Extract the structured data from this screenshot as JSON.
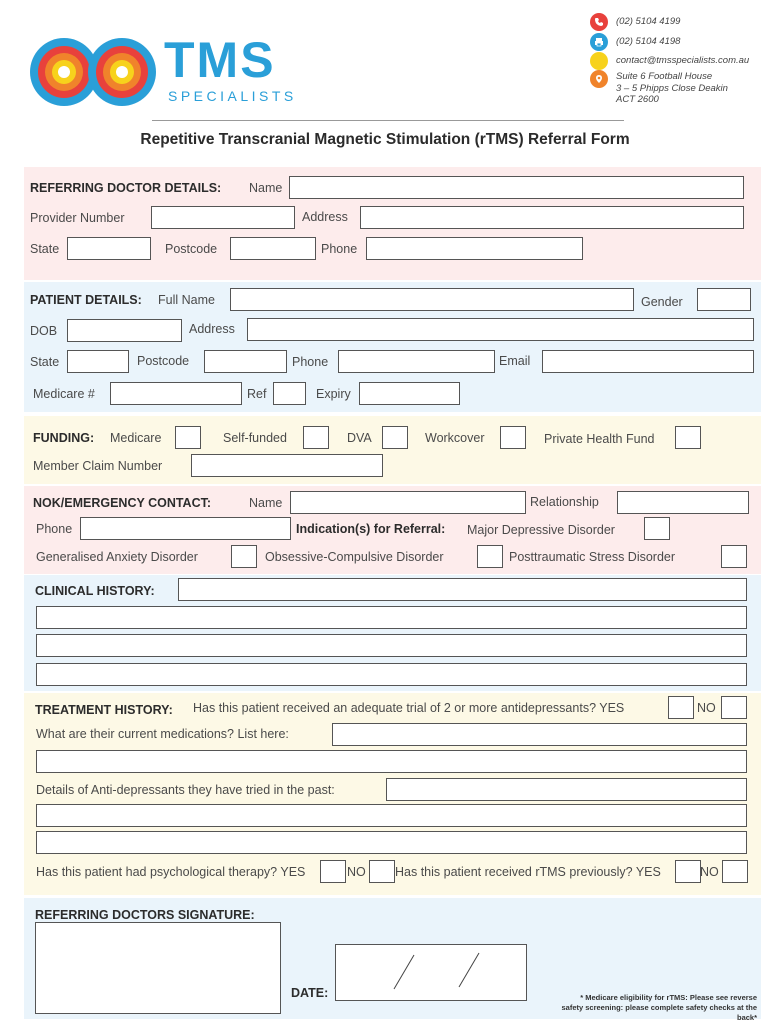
{
  "header": {
    "brand": "TMS",
    "brand_sub": "SPECIALISTS",
    "phone": "(02) 5104 4199",
    "fax": "(02) 5104 4198",
    "email": "contact@tmsspecialists.com.au",
    "address_line1": "Suite 6 Football House",
    "address_line2": "3 – 5 Phipps Close Deakin",
    "address_line3": "ACT 2600",
    "colors": {
      "brand_blue": "#2a9fd8",
      "orange": "#f0832b",
      "red": "#e8413c",
      "yellow": "#f7d21c"
    }
  },
  "form_title": "Repetitive Transcranial Magnetic Stimulation (rTMS) Referral Form",
  "referring_doctor": {
    "heading": "REFERRING DOCTOR DETAILS:",
    "name_label": "Name",
    "provider_label": "Provider Number",
    "address_label": "Address",
    "state_label": "State",
    "postcode_label": "Postcode",
    "phone_label": "Phone"
  },
  "patient": {
    "heading": "PATIENT DETAILS:",
    "fullname_label": "Full Name",
    "gender_label": "Gender",
    "dob_label": "DOB",
    "address_label": "Address",
    "state_label": "State",
    "postcode_label": "Postcode",
    "phone_label": "Phone",
    "email_label": "Email",
    "medicare_label": "Medicare #",
    "ref_label": "Ref",
    "expiry_label": "Expiry"
  },
  "funding": {
    "heading": "FUNDING:",
    "medicare": "Medicare",
    "self_funded": "Self-funded",
    "dva": "DVA",
    "workcover": "Workcover",
    "private": "Private Health Fund",
    "member_claim": "Member Claim Number"
  },
  "nok": {
    "heading": "NOK/EMERGENCY CONTACT:",
    "name_label": "Name",
    "relationship_label": "Relationship",
    "phone_label": "Phone",
    "indication_heading": "Indication(s) for Referral:",
    "mdd": "Major Depressive Disorder",
    "gad": "Generalised Anxiety Disorder",
    "ocd": "Obsessive-Compulsive Disorder",
    "ptsd": "Posttraumatic Stress Disorder"
  },
  "clinical": {
    "heading": "CLINICAL HISTORY:"
  },
  "treatment": {
    "heading": "TREATMENT HISTORY:",
    "q_antidepressants": "Has this patient received an adequate trial of 2 or more antidepressants? YES",
    "no": "NO",
    "q_medications": "What are their current medications? List here:",
    "q_tried": "Details of Anti-depressants they have tried in the past:",
    "q_psych": "Has this patient had psychological therapy? YES",
    "q_rtms": "Has this patient received rTMS previously? YES"
  },
  "signature": {
    "heading": "REFERRING DOCTORS SIGNATURE:",
    "date_label": "DATE:",
    "footnote_line1": "* Medicare eligibility for rTMS: Please see reverse",
    "footnote_line2": "safety screening: please complete safety checks at the back*"
  }
}
